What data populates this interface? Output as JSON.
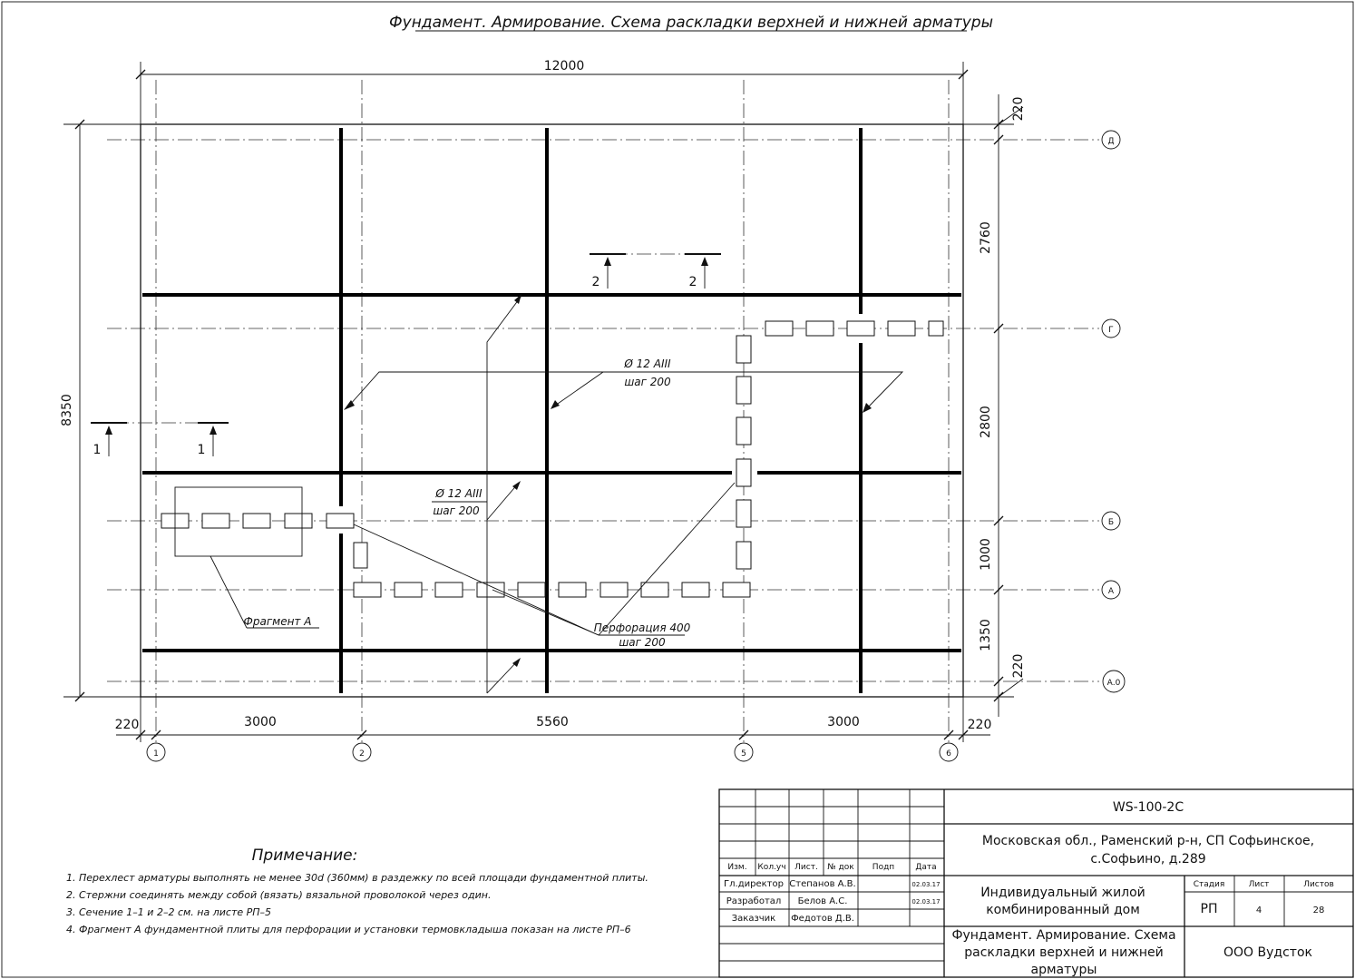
{
  "drawing": {
    "title": "Фундамент. Армирование. Схема раскладки верхней и нижней арматуры"
  },
  "dimensions": {
    "top_total": "12000",
    "left_total": "8350",
    "right_220_top": "220",
    "right_2760": "2760",
    "right_2800": "2800",
    "right_1000": "1000",
    "right_1350": "1350",
    "right_220_bottom": "220",
    "bottom_220_left": "220",
    "bottom_3000_left": "3000",
    "bottom_5560": "5560",
    "bottom_3000_right": "3000",
    "bottom_220_right": "220"
  },
  "axes": {
    "rows": [
      "Д",
      "Г",
      "Б",
      "А",
      "А.0"
    ],
    "columns": [
      "1",
      "2",
      "5",
      "6"
    ]
  },
  "sections": {
    "s1_left": "1",
    "s1_right": "1",
    "s2_left": "2",
    "s2_right": "2"
  },
  "callouts": {
    "rebar1_diameter": "Ø 12 AIII",
    "rebar1_step": "шаг 200",
    "rebar2_diameter": "Ø 12 AIII",
    "rebar2_step": "шаг 200",
    "perforation": "Перфорация 400",
    "perforation_step": "шаг 200",
    "fragment": "Фрагмент А"
  },
  "notes": {
    "heading": "Примечание:",
    "items": [
      "1.  Перехлест арматуры выполнять не менее 30d (360мм) в раздежку по всей площади фундаментной плиты.",
      "2. Стержни соединять между собой (вязать) вязальной проволокой через один.",
      "3. Сечение 1–1 и 2–2 см. на листе РП–5",
      "4. Фрагмент А фундаментной плиты для перфорации и установки термовкладыша показан на листе РП–6"
    ]
  },
  "title_block": {
    "code": "WS-100-2C",
    "address_line1": "Московская обл., Раменский р-н, СП Софьинское,",
    "address_line2": "с.Софьино, д.289",
    "object_line1": "Индивидуальный жилой",
    "object_line2": "комбинированный дом",
    "sheet_title_line1": "Фундамент. Армирование. Схема",
    "sheet_title_line2": "раскладки верхней и нижней",
    "sheet_title_line3": "арматуры",
    "company": "ООО Вудсток",
    "headers": {
      "izm": "Изм.",
      "koluch": "Кол.уч",
      "list": "Лист.",
      "ndok": "№ док",
      "podp": "Подп",
      "data": "Дата",
      "stadiya": "Стадия",
      "list2": "Лист",
      "listov": "Листов"
    },
    "values": {
      "stadiya": "РП",
      "list": "4",
      "listov": "28"
    },
    "people": [
      {
        "role": "Гл.директор",
        "name": "Степанов А.В.",
        "date": "02.03.17"
      },
      {
        "role": "Разработал",
        "name": "Белов А.С.",
        "date": "02.03.17"
      },
      {
        "role": "Заказчик",
        "name": "Федотов Д.В.",
        "date": ""
      }
    ]
  }
}
